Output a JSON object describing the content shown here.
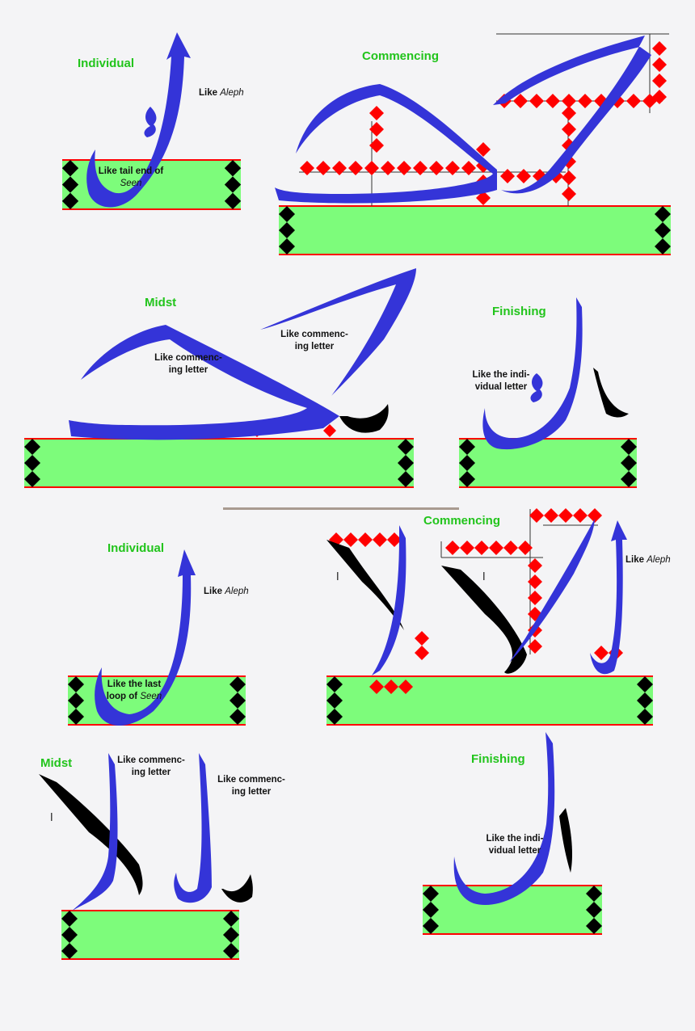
{
  "colors": {
    "ink_blue": "#3434d8",
    "ink_black": "#000000",
    "guide_red": "#ff0000",
    "band_green": "#7dfc7b",
    "title_green": "#22c41c"
  },
  "kaf": {
    "individual": {
      "title": "Individual",
      "note_aleph": "Like",
      "note_aleph_name": "Aleph",
      "note_tail_line1": "Like tail end of",
      "note_tail_line2": "Seen"
    },
    "commencing": {
      "title": "Commencing"
    },
    "midst": {
      "title": "Midst",
      "note_a_line1": "Like commenc-",
      "note_a_line2": "ing letter",
      "note_b_line1": "Like commenc-",
      "note_b_line2": "ing letter"
    },
    "finishing": {
      "title": "Finishing",
      "note_line1": "Like the indi-",
      "note_line2": "vidual letter"
    }
  },
  "lam": {
    "individual": {
      "title": "Individual",
      "note_aleph": "Like",
      "note_aleph_name": "Aleph",
      "note_loop_line1": "Like the last",
      "note_loop_line2_a": "loop of",
      "note_loop_line2_b": "Seen"
    },
    "commencing": {
      "title": "Commencing",
      "note_aleph": "Like",
      "note_aleph_name": "Aleph"
    },
    "midst": {
      "title": "Midst",
      "note_a_line1": "Like commenc-",
      "note_a_line2": "ing letter",
      "note_b_line1": "Like commenc-",
      "note_b_line2": "ing letter"
    },
    "finishing": {
      "title": "Finishing",
      "note_line1": "Like the indi-",
      "note_line2": "vidual letter"
    }
  },
  "glyphs": {
    "small_aleph": "ا"
  }
}
